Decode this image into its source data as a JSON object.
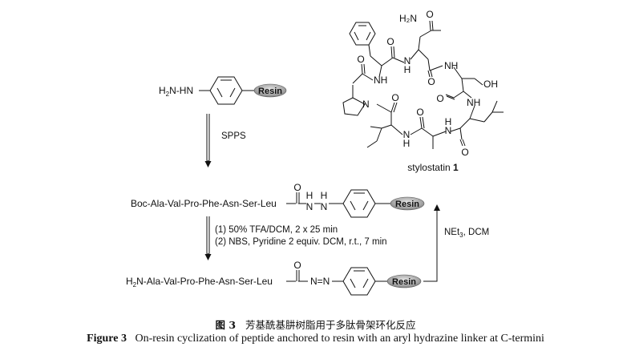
{
  "scheme": {
    "amine": "H",
    "amine_sub": "2",
    "amine_rest": "N-HN",
    "resin": "Resin",
    "spps": "SPPS",
    "boc_peptide": "Boc-Ala-Val-Pro-Phe-Asn-Ser-Leu",
    "hydrazide_n1": "N",
    "hydrazide_n2": "N",
    "hydrazide_h1": "H",
    "hydrazide_h2": "H",
    "carbonyl_o": "O",
    "step1": "(1) 50% TFA/DCM, 2 x 25 min",
    "step2": "(2) NBS, Pyridine 2 equiv. DCM, r.t., 7 min",
    "amine_peptide_h": "H",
    "amine_peptide_sub": "2",
    "amine_peptide_rest": "N-Ala-Val-Pro-Phe-Asn-Ser-Leu",
    "diazene": "N=N",
    "cyclization_reagent_prefix": "NEt",
    "cyclization_reagent_sub": "3",
    "cyclization_reagent_suffix": ", DCM"
  },
  "structure": {
    "labels": {
      "h2n": "H₂N",
      "o_top": "O",
      "nh_1": "N",
      "h_1": "H",
      "nh_2": "NH",
      "nh_3": "NH",
      "oh": "OH",
      "n_pro": "N",
      "o_pro": "O",
      "o_2": "O",
      "o_3": "O",
      "nh_4": "NH",
      "o_4": "O",
      "nh_5": "N",
      "h_5": "H",
      "nh_6": "N",
      "h_6": "H",
      "o_5": "O",
      "o_6": "O"
    },
    "name": "stylostatin",
    "number": "1"
  },
  "caption": {
    "cn_label": "图 3",
    "cn_text": "芳基酰基肼树脂用于多肽骨架环化反应",
    "en_label": "Figure 3",
    "en_text": "On-resin cyclization of peptide anchored to resin with an aryl hydrazine linker at C-termini"
  }
}
